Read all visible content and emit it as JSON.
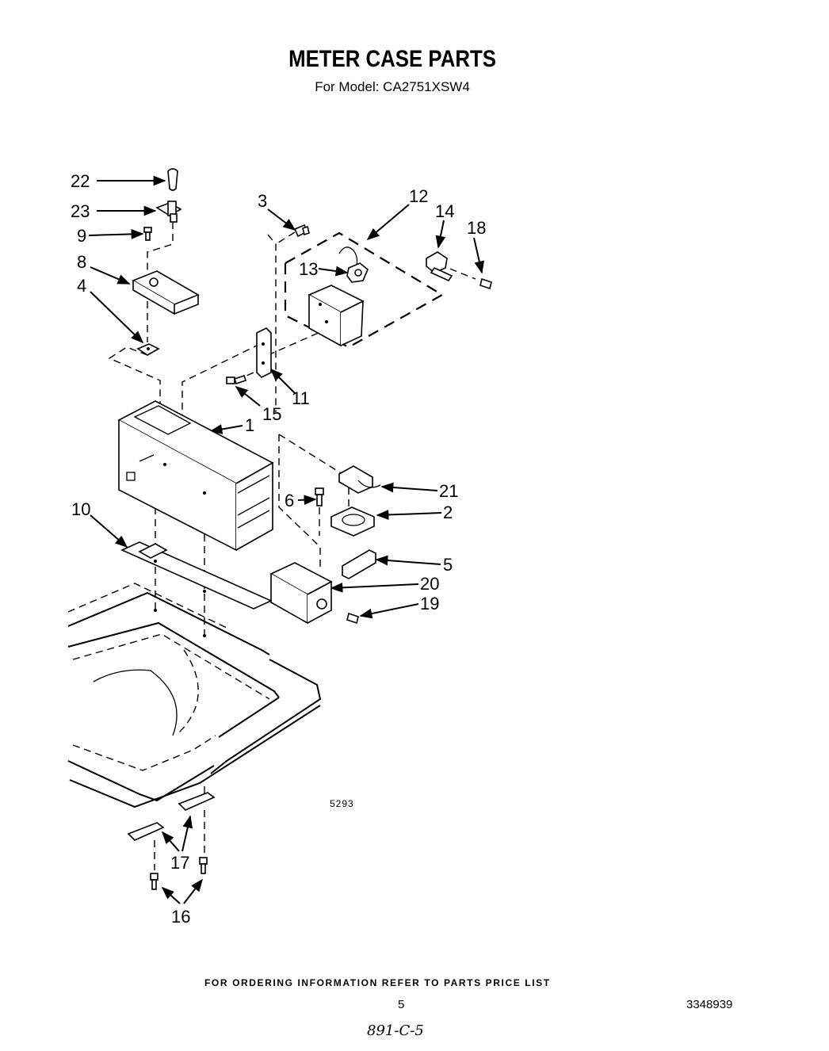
{
  "title": "METER CASE PARTS",
  "subtitle": "For Model: CA2751XSW4",
  "callouts": [
    "22",
    "23",
    "9",
    "8",
    "4",
    "3",
    "12",
    "14",
    "18",
    "13",
    "11",
    "15",
    "1",
    "21",
    "6",
    "2",
    "10",
    "5",
    "20",
    "19",
    "17",
    "16"
  ],
  "drawing_code": "5293",
  "footer_note": "FOR ORDERING INFORMATION REFER TO PARTS PRICE LIST",
  "page_number": "5",
  "document_number": "3348939",
  "handwritten_note": "891-C-5"
}
